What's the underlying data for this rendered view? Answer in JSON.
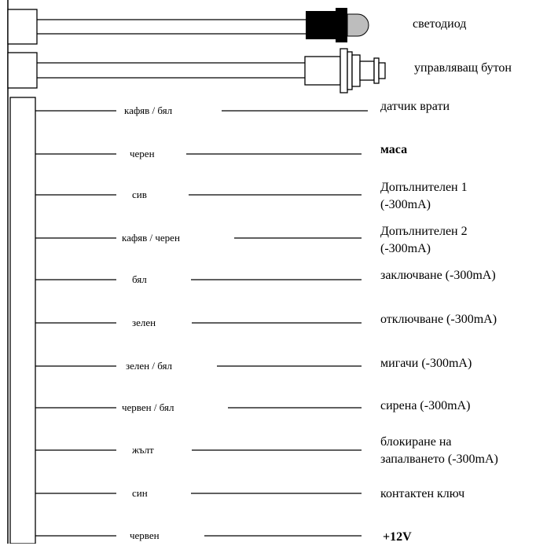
{
  "components": [
    {
      "id": "led",
      "label": "светодиод"
    },
    {
      "id": "button",
      "label": "управляващ бутон"
    }
  ],
  "wires": [
    {
      "color": "кафяв / бял",
      "function": "датчик врати",
      "bold": false
    },
    {
      "color": "черен",
      "function": "маса",
      "bold": true
    },
    {
      "color": "сив",
      "function": "Допълнителен 1\n(-300mA)",
      "bold": false
    },
    {
      "color": "кафяв / черен",
      "function": "Допълнителен 2\n(-300mA)",
      "bold": false
    },
    {
      "color": "бял",
      "function": "заключване (-300mA)",
      "bold": false
    },
    {
      "color": "зелен",
      "function": "отключване (-300mA)",
      "bold": false
    },
    {
      "color": "зелен / бял",
      "function": "мигачи (-300mA)",
      "bold": false
    },
    {
      "color": "червен / бял",
      "function": "сирена (-300mA)",
      "bold": false
    },
    {
      "color": "жълт",
      "function": "блокиране на\nзапалването (-300mA)",
      "bold": false
    },
    {
      "color": "син",
      "function": "контактен ключ",
      "bold": false
    },
    {
      "color": "червен",
      "function": "+12V",
      "bold": true
    }
  ]
}
